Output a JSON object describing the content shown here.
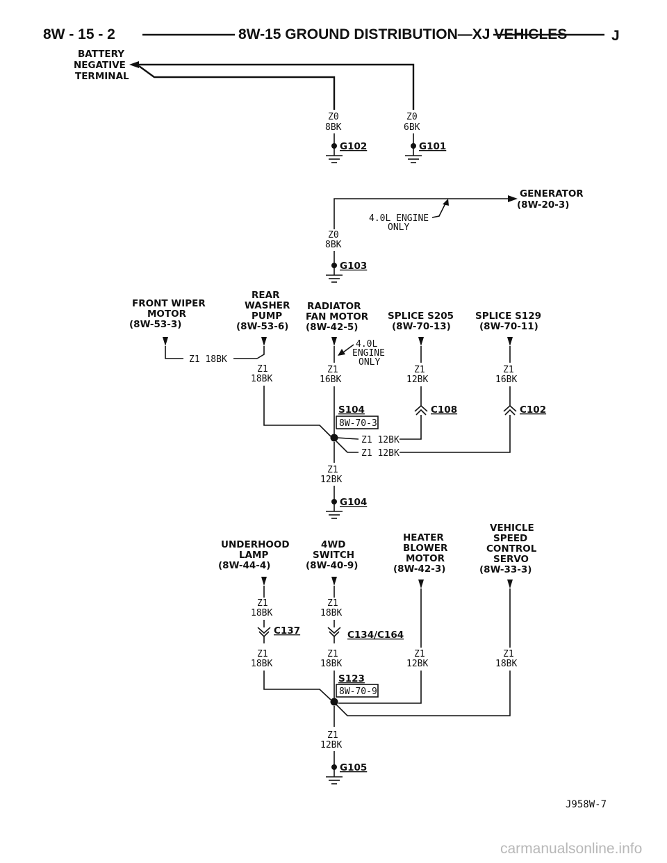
{
  "header": {
    "page_number": "8W - 15 - 2",
    "title": "8W-15 GROUND DISTRIBUTION—XJ VEHICLES",
    "section_letter": "J"
  },
  "labels": {
    "battery": [
      "BATTERY",
      "NEGATIVE",
      "TERMINAL"
    ],
    "generator": [
      "GENERATOR",
      "(8W-20-3)"
    ],
    "engine_note": [
      "4.0L ENGINE",
      "ONLY"
    ],
    "engine_note2": [
      "4.0L",
      "ENGINE",
      "ONLY"
    ],
    "front_wiper": [
      "FRONT WIPER",
      "MOTOR",
      "(8W-53-3)"
    ],
    "rear_washer": [
      "REAR",
      "WASHER",
      "PUMP",
      "(8W-53-6)"
    ],
    "radiator_fan": [
      "RADIATOR",
      "FAN MOTOR",
      "(8W-42-5)"
    ],
    "splice_s205": [
      "SPLICE S205",
      "(8W-70-13)"
    ],
    "splice_s129": [
      "SPLICE S129",
      "(8W-70-11)"
    ],
    "underhood_lamp": [
      "UNDERHOOD",
      "LAMP",
      "(8W-44-4)"
    ],
    "fourwd_switch": [
      "4WD",
      "SWITCH",
      "(8W-40-9)"
    ],
    "heater_blower": [
      "HEATER",
      "BLOWER",
      "MOTOR",
      "(8W-42-3)"
    ],
    "speed_control": [
      "VEHICLE",
      "SPEED",
      "CONTROL",
      "SERVO",
      "(8W-33-3)"
    ]
  },
  "wires": {
    "z0": "Z0",
    "z1": "Z1",
    "bk8": "8BK",
    "bk6": "6BK",
    "bk12": "12BK",
    "bk16": "16BK",
    "bk18": "18BK",
    "z1_18bk": "Z1 18BK",
    "z1_12bk": "Z1 12BK"
  },
  "grounds": {
    "g101": "G101",
    "g102": "G102",
    "g103": "G103",
    "g104": "G104",
    "g105": "G105"
  },
  "connectors": {
    "c102": "C102",
    "c108": "C108",
    "c137": "C137",
    "c134": "C134/C164"
  },
  "splices": {
    "s104": "S104",
    "s104_ref": "8W-70-3",
    "s123": "S123",
    "s123_ref": "8W-70-9"
  },
  "footer": {
    "figure_id": "J958W-7",
    "watermark": "carmanualsonline.info"
  }
}
